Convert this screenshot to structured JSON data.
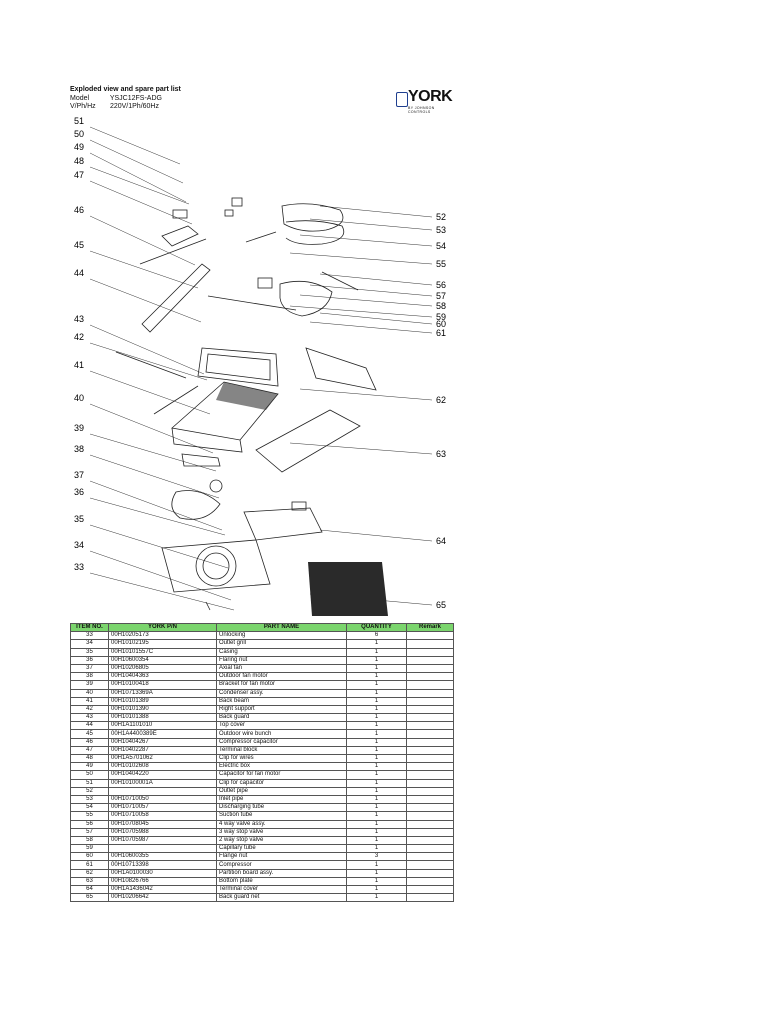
{
  "header": {
    "title": "Exploded view and spare part list",
    "model_label": "Model",
    "model_value": "YSJC12FS-ADG",
    "power_label": "V/Ph/Hz",
    "power_value": "220V/1Ph/60Hz",
    "logo_word": "YORK",
    "logo_sub": "BY JOHNSON CONTROLS"
  },
  "diagram": {
    "callouts_left": [
      "51",
      "50",
      "49",
      "48",
      "47",
      "46",
      "45",
      "44",
      "43",
      "42",
      "41",
      "40",
      "39",
      "38",
      "37",
      "36",
      "35",
      "34",
      "33"
    ],
    "callouts_right": [
      "52",
      "53",
      "54",
      "55",
      "56",
      "57",
      "58",
      "59",
      "60",
      "61",
      "62",
      "63",
      "64",
      "65"
    ]
  },
  "table": {
    "headers": [
      "ITEM NO.",
      "YORK P/N",
      "PART NAME",
      "QUANTITY",
      "Remark"
    ],
    "rows": [
      [
        "33",
        "00H10205173",
        "Unlocking",
        "6",
        ""
      ],
      [
        "34",
        "00H10102195",
        "Outlet grill",
        "1",
        ""
      ],
      [
        "35",
        "00H10101557C",
        "Casing",
        "1",
        ""
      ],
      [
        "36",
        "00H10600354",
        "Flaring nut",
        "1",
        ""
      ],
      [
        "37",
        "00H10206805",
        "Axial fan",
        "1",
        ""
      ],
      [
        "38",
        "00H10404363",
        "Outdoor fan motor",
        "1",
        ""
      ],
      [
        "39",
        "00H10100418",
        "Bracket for fan motor",
        "1",
        ""
      ],
      [
        "40",
        "00H10713369A",
        "Condenser assy.",
        "1",
        ""
      ],
      [
        "41",
        "00H10101389",
        "Back beam",
        "1",
        ""
      ],
      [
        "42",
        "00H10101390",
        "Right support",
        "1",
        ""
      ],
      [
        "43",
        "00H10101388",
        "Back guard",
        "1",
        ""
      ],
      [
        "44",
        "00H1A1101010",
        "Top cover",
        "1",
        ""
      ],
      [
        "45",
        "00H1A4400389E",
        "Outdoor wire bunch",
        "1",
        ""
      ],
      [
        "46",
        "00H10404267",
        "Compressor capacitor",
        "1",
        ""
      ],
      [
        "47",
        "00H10402287",
        "Terminal block",
        "1",
        ""
      ],
      [
        "48",
        "00H1A5701062",
        "Clip for wires",
        "1",
        ""
      ],
      [
        "49",
        "00H10102608",
        "Electric box",
        "1",
        ""
      ],
      [
        "50",
        "00H10404220",
        "Capacitor for fan motor",
        "1",
        ""
      ],
      [
        "51",
        "00H10100001A",
        "Clip for capacitor",
        "1",
        ""
      ],
      [
        "52",
        "",
        "Outlet pipe",
        "1",
        ""
      ],
      [
        "53",
        "00H10710050",
        "Inlet pipe",
        "1",
        ""
      ],
      [
        "54",
        "00H10710057",
        "Discharging tube",
        "1",
        ""
      ],
      [
        "55",
        "00H10710058",
        "Suction tube",
        "1",
        ""
      ],
      [
        "56",
        "00H10708045",
        "4 way valve assy.",
        "1",
        ""
      ],
      [
        "57",
        "00H10705988",
        "3 way stop valve",
        "1",
        ""
      ],
      [
        "58",
        "00H10705987",
        "2 way stop valve",
        "1",
        ""
      ],
      [
        "59",
        "",
        "Capillary tube",
        "1",
        ""
      ],
      [
        "60",
        "00H10600355",
        "Flange nut",
        "3",
        ""
      ],
      [
        "61",
        "00H10713398",
        "Compressor",
        "1",
        ""
      ],
      [
        "62",
        "00H1A0100030",
        "Partition board assy.",
        "1",
        ""
      ],
      [
        "63",
        "00H10826766",
        "Bottom plate",
        "1",
        ""
      ],
      [
        "64",
        "00H1A1436042",
        "Terminal cover",
        "1",
        ""
      ],
      [
        "65",
        "00H10206642",
        "Back guard net",
        "1",
        ""
      ]
    ]
  },
  "colors": {
    "header_fill": "#7bd56d",
    "logo_blue": "#1f3f8f"
  }
}
